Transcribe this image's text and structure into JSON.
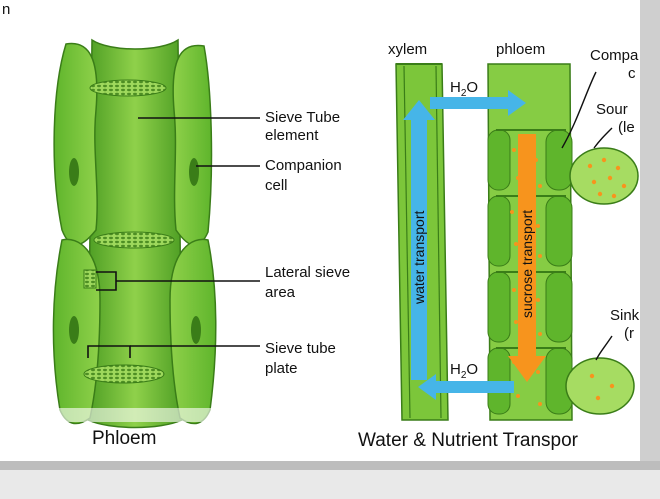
{
  "top_fragment": "n",
  "left_diagram": {
    "caption": "Phloem",
    "labels": {
      "sieve_tube_element_l1": "Sieve Tube",
      "sieve_tube_element_l2": "element",
      "companion_cell_l1": "Companion",
      "companion_cell_l2": "cell",
      "lateral_sieve_l1": "Lateral sieve",
      "lateral_sieve_l2": "area",
      "sieve_plate_l1": "Sieve tube",
      "sieve_plate_l2": "plate"
    }
  },
  "right_diagram": {
    "caption": "Water & Nutrient Transpor",
    "xylem_label": "xylem",
    "phloem_label": "phloem",
    "h2o_top": "H",
    "h2o_top_sub": "2",
    "h2o_top_end": "O",
    "h2o_bottom": "H",
    "h2o_bottom_sub": "2",
    "h2o_bottom_end": "O",
    "water_transport": "water transport",
    "sucrose_transport": "sucrose transport",
    "companion_l1": "Compa",
    "companion_l2": "c",
    "source_l1": "Sour",
    "source_l2": "(le",
    "sink_l1": "Sink",
    "sink_l2": "(r"
  },
  "colors": {
    "green_dark": "#3f8f1e",
    "green_mid": "#6cc12f",
    "green_light": "#a6dc62",
    "blue_arrow": "#46b5e8",
    "orange_arrow": "#f7941d",
    "dot_orange": "#f7941d"
  }
}
